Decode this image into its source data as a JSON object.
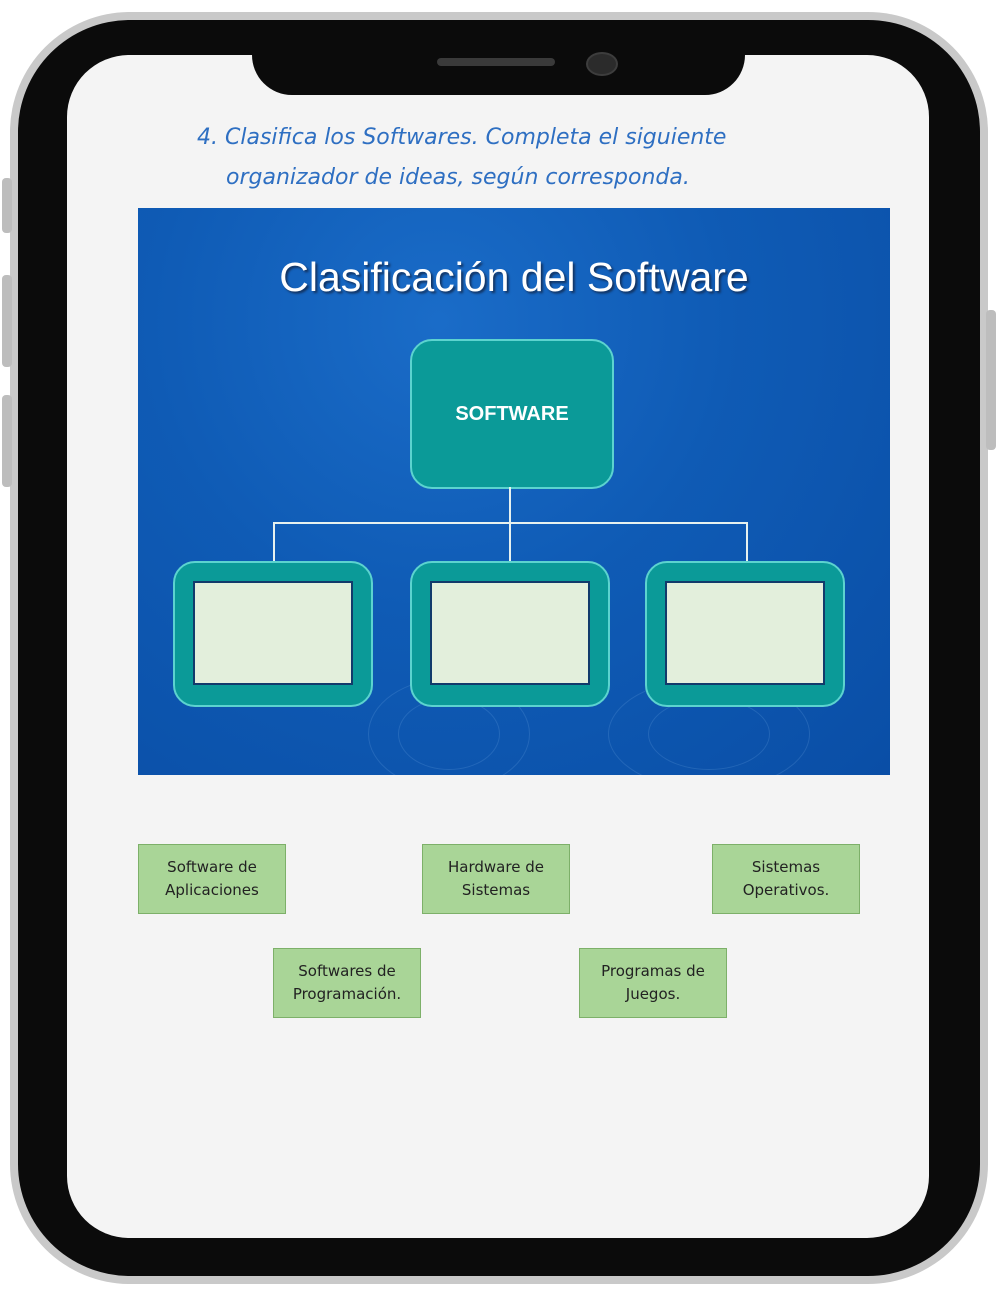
{
  "instruction": {
    "line1": "4. Clasifica los Softwares. Completa el siguiente",
    "line2": "organizador de ideas, según corresponda."
  },
  "slide": {
    "title": "Clasificación del Software",
    "root_label": "SOFTWARE",
    "drop_zones": [
      "",
      "",
      ""
    ]
  },
  "cards": [
    {
      "line1": "Software de",
      "line2": "Aplicaciones"
    },
    {
      "line1": "Hardware de",
      "line2": "Sistemas"
    },
    {
      "line1": "Sistemas",
      "line2": "Operativos."
    },
    {
      "line1": "Softwares de",
      "line2": "Programación."
    },
    {
      "line1": "Programas de",
      "line2": "Juegos."
    }
  ],
  "colors": {
    "instruction_text": "#2e6fc2",
    "slide_background": "#0f5bb5",
    "box_teal": "#0b9a98",
    "card_green": "#a9d597"
  }
}
